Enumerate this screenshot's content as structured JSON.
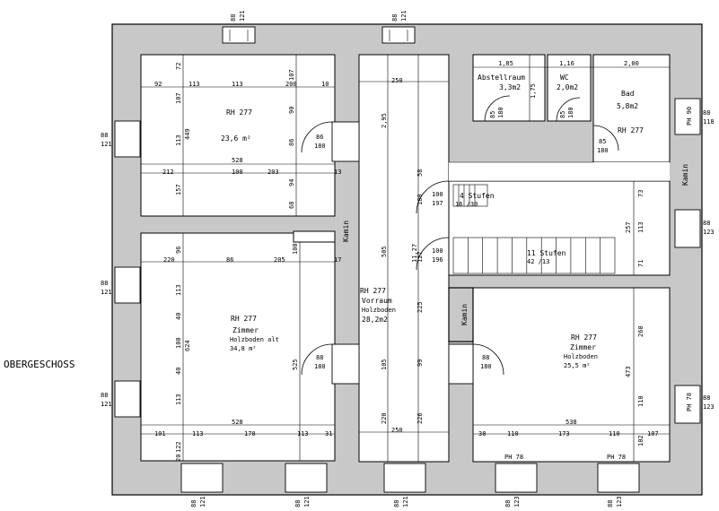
{
  "floor_label": "OBERGESCHOSS",
  "rooms": {
    "room_nw": {
      "rh": "RH 277",
      "area": "23,6 m²"
    },
    "room_sw": {
      "rh": "RH 277",
      "name": "Zimmer",
      "floor": "Holzboden alt",
      "area": "34,8 m²"
    },
    "vorraum": {
      "rh": "RH 277",
      "name": "Vorraum",
      "floor": "Holzboden",
      "area": "28,2m2"
    },
    "abstellraum": {
      "name": "Abstellraum",
      "area": "3,3m2"
    },
    "wc": {
      "name": "WC",
      "area": "2,0m2"
    },
    "bad": {
      "name": "Bad",
      "area": "5,8m2",
      "rh": "RH 277"
    },
    "room_se": {
      "rh": "RH 277",
      "name": "Zimmer",
      "floor": "Holzboden",
      "area": "25,5 m²"
    }
  },
  "stairs": {
    "upper": {
      "name": "4 Stufen",
      "spec": "16 /30"
    },
    "lower": {
      "name": "11 Stufen",
      "spec": "42 /13"
    }
  },
  "kamin_label": "Kamin",
  "windows": {
    "top_1": [
      "88",
      "121"
    ],
    "top_2": [
      "88",
      "121"
    ],
    "bottom_1": [
      "88",
      "121"
    ],
    "bottom_2": [
      "88",
      "121"
    ],
    "bottom_3": [
      "88",
      "121"
    ],
    "bottom_4": [
      "88",
      "123"
    ],
    "bottom_5": [
      "88",
      "123"
    ],
    "left_1": [
      "88",
      "121"
    ],
    "left_2": [
      "88",
      "121"
    ],
    "left_3": [
      "88",
      "121"
    ],
    "right_1": [
      "88",
      "118"
    ],
    "right_2": [
      "88",
      "123"
    ],
    "right_3": [
      "88",
      "123"
    ],
    "ph_bottom_1": "PH 78",
    "ph_bottom_2": "PH 78",
    "ph_right_1": "PH 90",
    "ph_right_2": "PH 78"
  },
  "doors": {
    "d1": [
      "86",
      "180"
    ],
    "d2": [
      "88",
      "180"
    ],
    "d3": [
      "88",
      "180"
    ],
    "d4": [
      "100",
      "197"
    ],
    "d5": [
      "100",
      "196"
    ],
    "d6": [
      "85",
      "180"
    ],
    "d7": [
      "85",
      "180"
    ],
    "d8": [
      "85",
      "180"
    ]
  },
  "dimensions": {
    "top_185": "1,85",
    "top_116": "1,16",
    "top_200": "2,00",
    "nw_92": "92",
    "nw_113a": "113",
    "nw_113b": "113",
    "nw_200": "200",
    "nw_10": "10",
    "nw_72": "72",
    "nw_107a": "107",
    "nw_107b": "107",
    "nw_90": "90",
    "nw_113c": "113",
    "nw_449": "449",
    "nw_86": "86",
    "nw_528": "528",
    "nw_212": "212",
    "nw_100": "100",
    "nw_203": "203",
    "nw_13": "13",
    "nw_157": "157",
    "nw_94": "94",
    "nw_68": "68",
    "sw_220": "220",
    "sw_86": "86",
    "sw_205": "205",
    "sw_17": "17",
    "sw_96": "96",
    "sw_100a": "100",
    "sw_113a": "113",
    "sw_40a": "40",
    "sw_100b": "100",
    "sw_624": "624",
    "sw_40b": "40",
    "sw_113b": "113",
    "sw_525": "525",
    "sw_528": "528",
    "sw_101": "101",
    "sw_113c": "113",
    "sw_170": "170",
    "sw_113d": "113",
    "sw_31": "31",
    "sw_122": "122",
    "sw_20": "20",
    "v_250a": "250",
    "v_295": "2,95",
    "v_505": "505",
    "v_1127": "11,27",
    "v_105": "105",
    "v_220": "220",
    "v_250b": "250",
    "c_58": "58",
    "c_100": "100",
    "c_127": "127",
    "c_225": "225",
    "c_99": "99",
    "c_226": "226",
    "ab_175": "1,75",
    "e_73": "73",
    "e_257": "257",
    "e_113": "113",
    "e_71": "71",
    "se_260": "260",
    "se_473": "473",
    "se_110": "110",
    "se_538": "538",
    "se_38": "38",
    "se_110a": "110",
    "se_173": "173",
    "se_110b": "110",
    "se_102": "102",
    "se_107": "107"
  }
}
